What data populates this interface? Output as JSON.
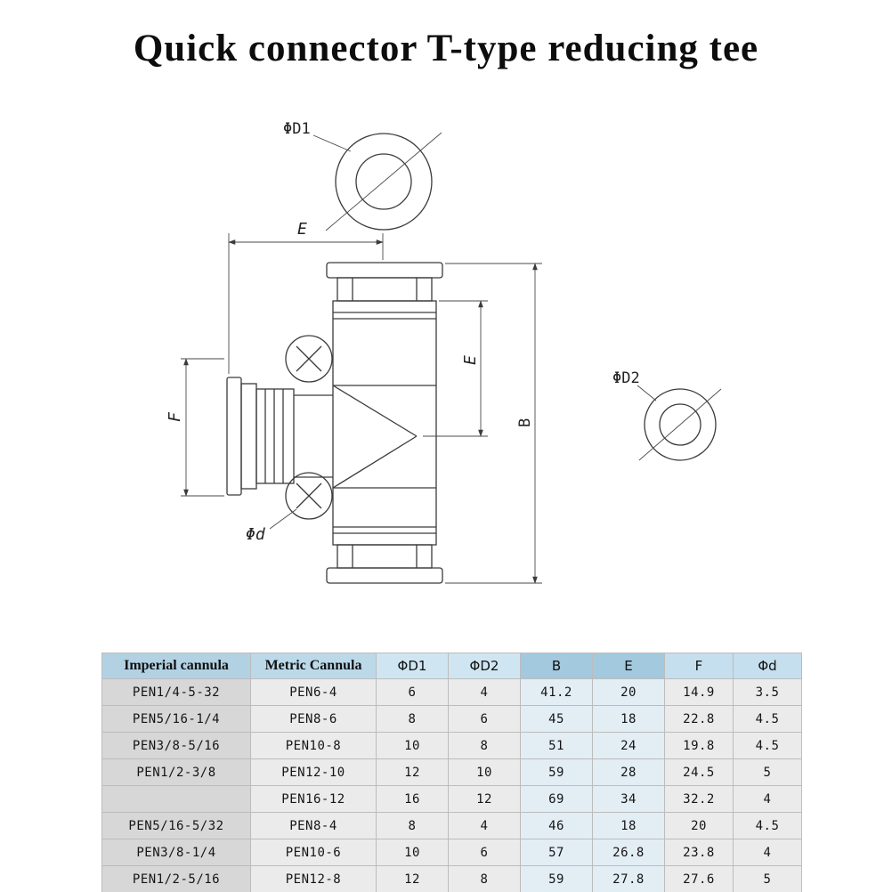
{
  "page": {
    "title": "Quick connector T-type reducing tee"
  },
  "drawing": {
    "labels": {
      "d1": "ΦD1",
      "d2": "ΦD2",
      "d_small": "Φd",
      "e_top": "E",
      "e_right": "E",
      "f": "F",
      "b": "B"
    }
  },
  "table": {
    "headers": [
      "Imperial cannula",
      "Metric Cannula",
      "ΦD1",
      "ΦD2",
      "B",
      "E",
      "F",
      "Φd"
    ],
    "rows": [
      [
        "PEN1/4-5-32",
        "PEN6-4",
        "6",
        "4",
        "41.2",
        "20",
        "14.9",
        "3.5"
      ],
      [
        "PEN5/16-1/4",
        "PEN8-6",
        "8",
        "6",
        "45",
        "18",
        "22.8",
        "4.5"
      ],
      [
        "PEN3/8-5/16",
        "PEN10-8",
        "10",
        "8",
        "51",
        "24",
        "19.8",
        "4.5"
      ],
      [
        "PEN1/2-3/8",
        "PEN12-10",
        "12",
        "10",
        "59",
        "28",
        "24.5",
        "5"
      ],
      [
        "",
        "PEN16-12",
        "16",
        "12",
        "69",
        "34",
        "32.2",
        "4"
      ],
      [
        "PEN5/16-5/32",
        "PEN8-4",
        "8",
        "4",
        "46",
        "18",
        "20",
        "4.5"
      ],
      [
        "PEN3/8-1/4",
        "PEN10-6",
        "10",
        "6",
        "57",
        "26.8",
        "23.8",
        "4"
      ],
      [
        "PEN1/2-5/16",
        "PEN12-8",
        "12",
        "8",
        "59",
        "27.8",
        "27.6",
        "5"
      ]
    ]
  }
}
